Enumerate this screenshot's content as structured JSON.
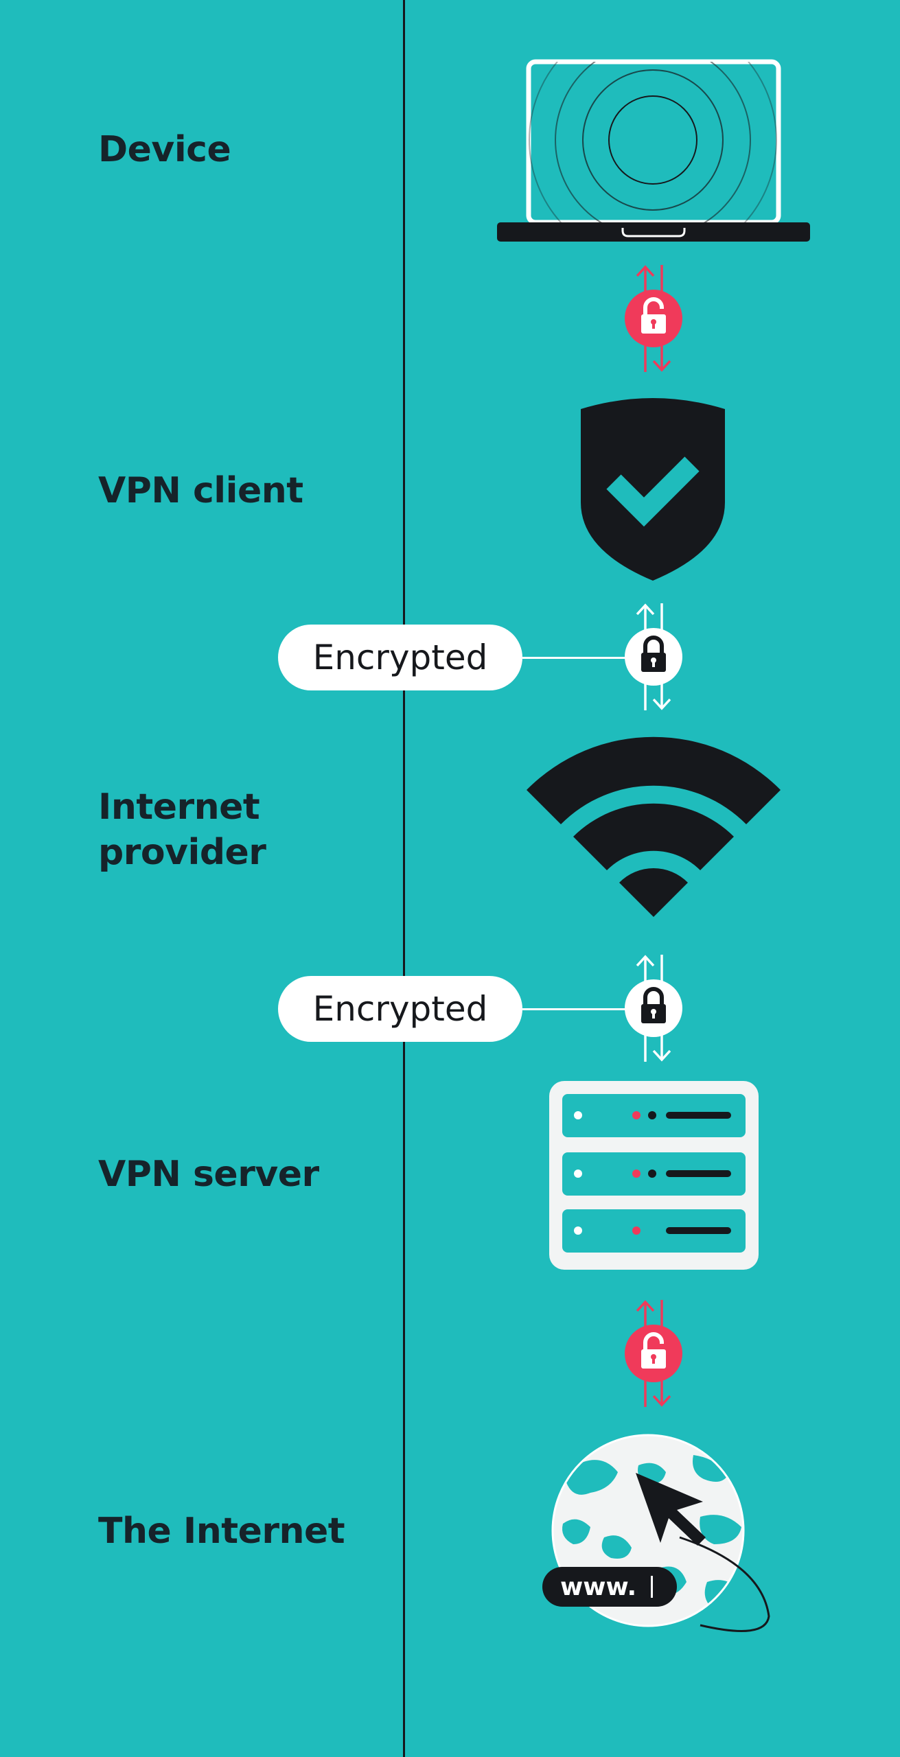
{
  "diagram": {
    "stages": [
      {
        "label": "Device"
      },
      {
        "label": "VPN client"
      },
      {
        "label": "Internet\nprovider"
      },
      {
        "label": "VPN server"
      },
      {
        "label": "The Internet"
      }
    ],
    "connections": [
      {
        "state": "unlocked",
        "badge": ""
      },
      {
        "state": "encrypted",
        "badge": "Encrypted"
      },
      {
        "state": "encrypted",
        "badge": "Encrypted"
      },
      {
        "state": "unlocked",
        "badge": ""
      }
    ],
    "globe": {
      "url_badge": "www."
    }
  },
  "colors": {
    "background": "#1fbcbc",
    "dark": "#16181c",
    "unlocked_accent": "#f03a5a",
    "encrypted_accent": "#ffffff"
  },
  "icons": [
    "laptop-icon",
    "shield-check-icon",
    "wifi-icon",
    "server-icon",
    "globe-icon",
    "open-lock-icon",
    "lock-icon",
    "cursor-icon"
  ]
}
